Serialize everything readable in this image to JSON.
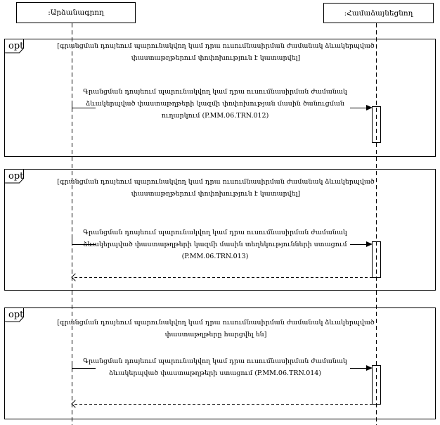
{
  "colors": {
    "line": "#000000",
    "background": "#ffffff"
  },
  "actors": [
    {
      "label": ":Արձանագրող"
    },
    {
      "label": ":Համաձայնեցնող"
    }
  ],
  "fragments": [
    {
      "operator": "opt",
      "guard": "[գրանցման դոսյեում պարունակվող կամ դրա ուսումնասիրման ժամանակ ձևակերպված փաստաթղթերում փոփոխություն է կատարվել]",
      "message": "Գրանցման դոսյեում պարունակվող կամ դրա ուսումնասիրման ժամանակ ձևակերպված փաստաթղթերի կազմի փոփոխության մասին ծանուցման ուղարկում (P.MM.06.TRN.012)",
      "has_return": false
    },
    {
      "operator": "opt",
      "guard": "[գրանցման դոսյեում պարունակվող կամ դրա ուսումնասիրման ժամանակ ձևակերպված փաստաթղթերում փոփոխություն է կատարվել]",
      "message": "Գրանցման դոսյեում պարունակվող կամ դրա ուսումնասիրման ժամանակ ձևակերպված փաստաթղթերի կազմի մասին տեղեկությունների ստացում (P.MM.06.TRN.013)",
      "has_return": true
    },
    {
      "operator": "opt",
      "guard": "[գրանցման դոսյեում պարունակվող կամ դրա ուսումնասիրման ժամանակ ձևակերպված փաստաթղթերը հարցվել են]",
      "message": "Գրանցման դոսյեում պարունակվող կամ դրա ուսումնասիրման ժամանակ ձևակերպված փաստաթղթերի ստացում (P.MM.06.TRN.014)",
      "has_return": true
    }
  ]
}
